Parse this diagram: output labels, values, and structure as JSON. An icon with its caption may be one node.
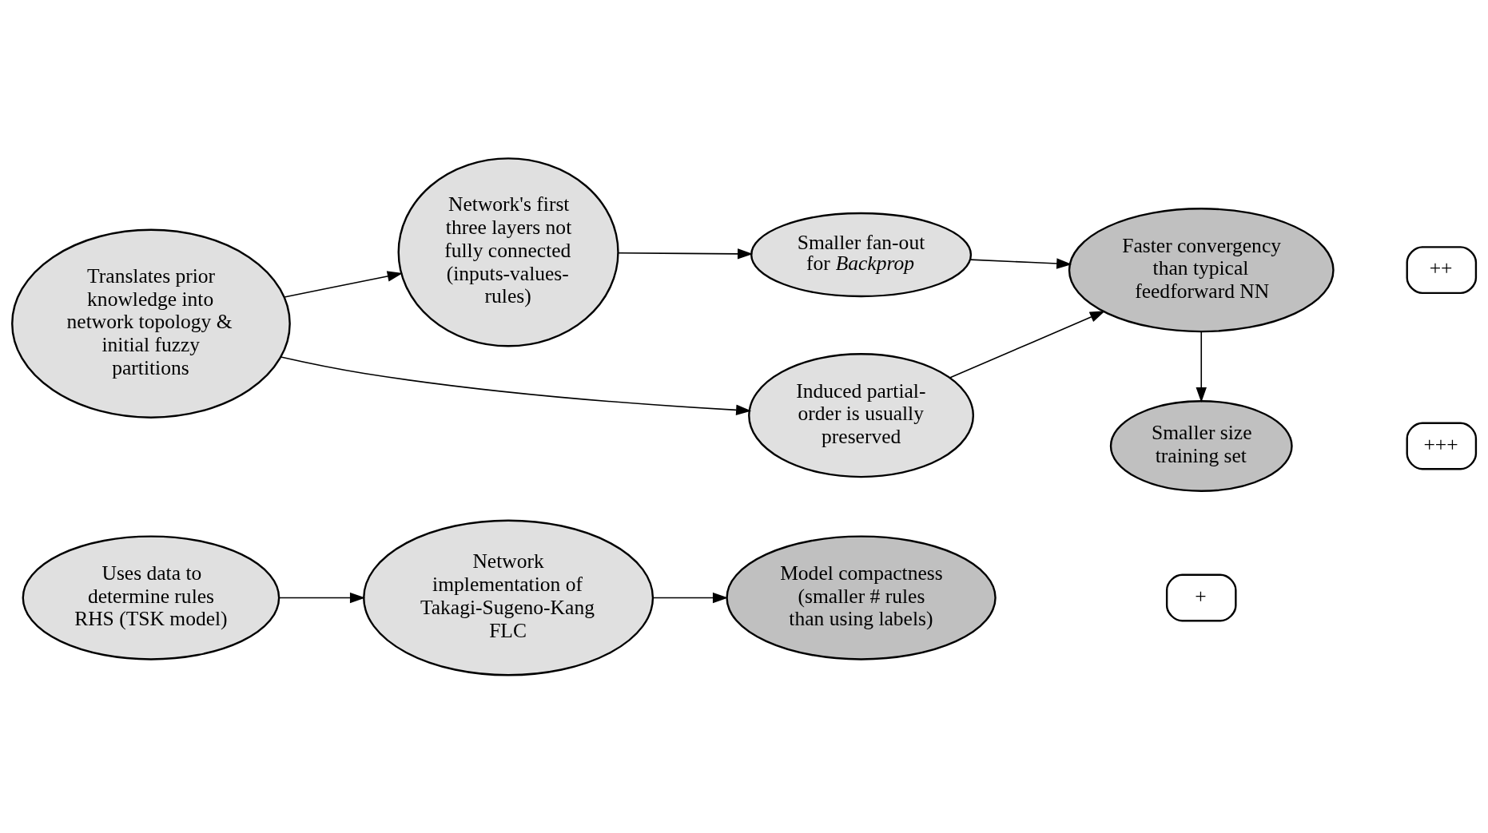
{
  "diagram": {
    "nodes": [
      {
        "text": [
          "Translates prior knowledge into network topology & initial fuzzy partitions"
        ]
      },
      {
        "text": [
          "Network's first three layers not fully connected (inputs-values-rules)"
        ]
      },
      {
        "text": [
          "Smaller fan-out for *Backprop*"
        ]
      },
      {
        "text": [
          "Faster convergency than typical feedforward NN"
        ]
      },
      {
        "text": [
          "++"
        ]
      },
      {
        "text": [
          "Induced partial-order is usually preserved"
        ]
      },
      {
        "text": [
          "Smaller size training set"
        ]
      },
      {
        "text": [
          "+++"
        ]
      },
      {
        "text": [
          "Uses data to determine rules RHS (TSK model)"
        ]
      },
      {
        "text": [
          "Network implementation of Takagi-Sugeno-Kang FLC"
        ]
      },
      {
        "text": [
          "Model compactness (smaller # rules than using labels)"
        ]
      },
      {
        "text": [
          "+"
        ]
      }
    ],
    "edges": [
      {
        "from": 0,
        "to": 1,
        "arrow": "to"
      },
      {
        "from": 1,
        "to": 2,
        "arrow": "to"
      },
      {
        "from": 2,
        "to": 3,
        "arrow": "to"
      },
      {
        "from": 0,
        "to": 5,
        "arrow": "to"
      },
      {
        "from": 5,
        "to": 3,
        "arrow": "to"
      },
      {
        "from": 3,
        "to": 6,
        "arrow": "to"
      },
      {
        "from": 8,
        "to": 9,
        "arrow": "to"
      },
      {
        "from": 9,
        "to": 10,
        "arrow": "to"
      }
    ]
  }
}
